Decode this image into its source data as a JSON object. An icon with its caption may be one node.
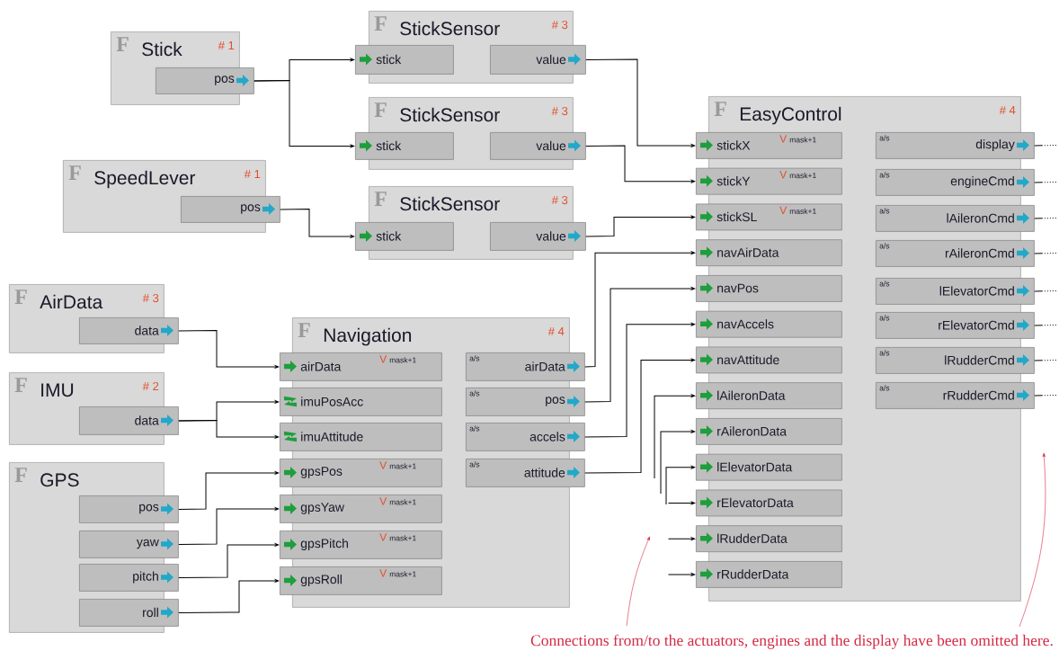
{
  "diagram": {
    "caption": "Connections from/to the actuators, engines and the display have been omitted here.",
    "nodes": [
      {
        "text": [
          "F",
          "Stick",
          "# 1"
        ]
      },
      {
        "text": [
          "pos"
        ],
        "in": 0
      },
      {
        "text": [
          "F",
          "StickSensor",
          "# 3"
        ]
      },
      {
        "text": [
          "stick"
        ],
        "in": 2
      },
      {
        "text": [
          "value"
        ],
        "in": 2
      },
      {
        "text": [
          "F",
          "StickSensor",
          "# 3"
        ]
      },
      {
        "text": [
          "stick"
        ],
        "in": 5
      },
      {
        "text": [
          "value"
        ],
        "in": 5
      },
      {
        "text": [
          "F",
          "SpeedLever",
          "# 1"
        ]
      },
      {
        "text": [
          "pos"
        ],
        "in": 8
      },
      {
        "text": [
          "F",
          "StickSensor",
          "# 3"
        ]
      },
      {
        "text": [
          "stick"
        ],
        "in": 10
      },
      {
        "text": [
          "value"
        ],
        "in": 10
      },
      {
        "text": [
          "F",
          "EasyControl",
          "# 4"
        ]
      },
      {
        "text": [
          "stickX",
          "V",
          "mask+1"
        ],
        "in": 13
      },
      {
        "text": [
          "stickY",
          "V",
          "mask+1"
        ],
        "in": 13
      },
      {
        "text": [
          "stickSL",
          "V",
          "mask+1"
        ],
        "in": 13
      },
      {
        "text": [
          "navAirData"
        ],
        "in": 13
      },
      {
        "text": [
          "navPos"
        ],
        "in": 13
      },
      {
        "text": [
          "navAccels"
        ],
        "in": 13
      },
      {
        "text": [
          "navAttitude"
        ],
        "in": 13
      },
      {
        "text": [
          "lAileronData"
        ],
        "in": 13
      },
      {
        "text": [
          "rAileronData"
        ],
        "in": 13
      },
      {
        "text": [
          "lElevatorData"
        ],
        "in": 13
      },
      {
        "text": [
          "rElevatorData"
        ],
        "in": 13
      },
      {
        "text": [
          "lRudderData"
        ],
        "in": 13
      },
      {
        "text": [
          "rRudderData"
        ],
        "in": 13
      },
      {
        "text": [
          "a/s",
          "display"
        ],
        "in": 13
      },
      {
        "text": [
          "a/s",
          "engineCmd"
        ],
        "in": 13
      },
      {
        "text": [
          "a/s",
          "lAileronCmd"
        ],
        "in": 13
      },
      {
        "text": [
          "a/s",
          "rAileronCmd"
        ],
        "in": 13
      },
      {
        "text": [
          "a/s",
          "lElevatorCmd"
        ],
        "in": 13
      },
      {
        "text": [
          "a/s",
          "rElevatorCmd"
        ],
        "in": 13
      },
      {
        "text": [
          "a/s",
          "lRudderCmd"
        ],
        "in": 13
      },
      {
        "text": [
          "a/s",
          "rRudderCmd"
        ],
        "in": 13
      },
      {
        "text": [
          "F",
          "AirData",
          "# 3"
        ]
      },
      {
        "text": [
          "data"
        ],
        "in": 35
      },
      {
        "text": [
          "F",
          "IMU",
          "# 2"
        ]
      },
      {
        "text": [
          "data"
        ],
        "in": 37
      },
      {
        "text": [
          "F",
          "Navigation",
          "# 4"
        ]
      },
      {
        "text": [
          "airData",
          "V",
          "mask+1"
        ],
        "in": 39
      },
      {
        "text": [
          "imuPosAcc"
        ],
        "in": 39
      },
      {
        "text": [
          "imuAttitude"
        ],
        "in": 39
      },
      {
        "text": [
          "gpsPos",
          "V",
          "mask+1"
        ],
        "in": 39
      },
      {
        "text": [
          "gpsYaw",
          "V",
          "mask+1"
        ],
        "in": 39
      },
      {
        "text": [
          "gpsPitch",
          "V",
          "mask+1"
        ],
        "in": 39
      },
      {
        "text": [
          "gpsRoll",
          "V",
          "mask+1"
        ],
        "in": 39
      },
      {
        "text": [
          "a/s",
          "airData"
        ],
        "in": 39
      },
      {
        "text": [
          "a/s",
          "pos"
        ],
        "in": 39
      },
      {
        "text": [
          "a/s",
          "accels"
        ],
        "in": 39
      },
      {
        "text": [
          "a/s",
          "attitude"
        ],
        "in": 39
      },
      {
        "text": [
          "F",
          "GPS"
        ]
      },
      {
        "text": [
          "pos"
        ],
        "in": 51
      },
      {
        "text": [
          "yaw"
        ],
        "in": 51
      },
      {
        "text": [
          "pitch"
        ],
        "in": 51
      },
      {
        "text": [
          "roll"
        ],
        "in": 51
      }
    ],
    "edges": [
      {
        "from": 1,
        "to": 3,
        "arrow": "to"
      },
      {
        "from": 1,
        "to": 6,
        "arrow": "to"
      },
      {
        "from": 9,
        "to": 11,
        "arrow": "to"
      },
      {
        "from": 4,
        "to": 14,
        "arrow": "to"
      },
      {
        "from": 7,
        "to": 15,
        "arrow": "to"
      },
      {
        "from": 12,
        "to": 16,
        "arrow": "to"
      },
      {
        "from": 36,
        "to": 40,
        "arrow": "to"
      },
      {
        "from": 38,
        "to": 41,
        "arrow": "to"
      },
      {
        "from": 38,
        "to": 42,
        "arrow": "to"
      },
      {
        "from": 52,
        "to": 43,
        "arrow": "to"
      },
      {
        "from": 53,
        "to": 44,
        "arrow": "to"
      },
      {
        "from": 54,
        "to": 45,
        "arrow": "to"
      },
      {
        "from": 55,
        "to": 46,
        "arrow": "to"
      },
      {
        "from": 47,
        "to": 17,
        "arrow": "to"
      },
      {
        "from": 48,
        "to": 18,
        "arrow": "to"
      },
      {
        "from": 49,
        "to": 19,
        "arrow": "to"
      },
      {
        "from": 50,
        "to": 20,
        "arrow": "to"
      },
      {
        "from": null,
        "to": 21,
        "arrow": "to"
      },
      {
        "from": null,
        "to": 22,
        "arrow": "to"
      },
      {
        "from": null,
        "to": 23,
        "arrow": "to"
      },
      {
        "from": null,
        "to": 24,
        "arrow": "to"
      },
      {
        "from": null,
        "to": 25,
        "arrow": "to"
      },
      {
        "from": null,
        "to": 26,
        "arrow": "to"
      },
      {
        "from": 27,
        "to": null,
        "arrow": "none",
        "style": "dashed"
      },
      {
        "from": 28,
        "to": null,
        "arrow": "none",
        "style": "dashed"
      },
      {
        "from": 29,
        "to": null,
        "arrow": "none",
        "style": "dashed"
      },
      {
        "from": 30,
        "to": null,
        "arrow": "none",
        "style": "dashed"
      },
      {
        "from": 31,
        "to": null,
        "arrow": "none",
        "style": "dashed"
      },
      {
        "from": 32,
        "to": null,
        "arrow": "none",
        "style": "dashed"
      },
      {
        "from": 33,
        "to": null,
        "arrow": "none",
        "style": "dashed"
      },
      {
        "from": 34,
        "to": null,
        "arrow": "none",
        "style": "dashed"
      }
    ]
  }
}
